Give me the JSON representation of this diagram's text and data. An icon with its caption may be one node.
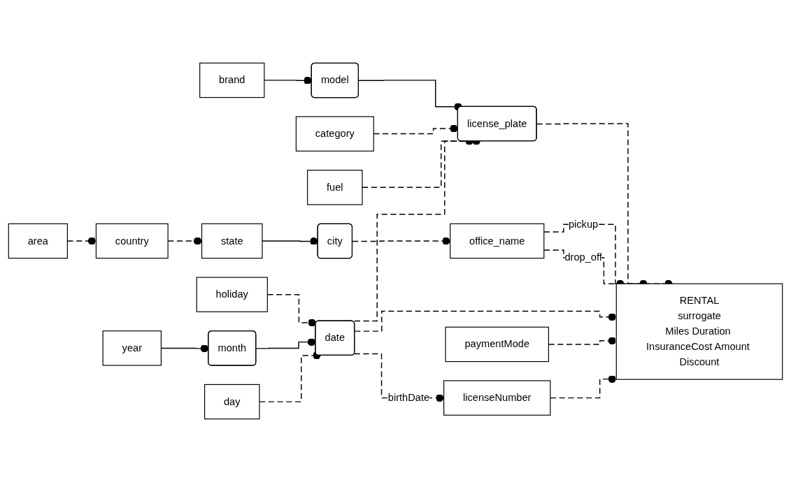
{
  "diagram": {
    "nodes": [
      {
        "text": [
          "area"
        ]
      },
      {
        "text": [
          "brand"
        ]
      },
      {
        "text": [
          "model"
        ]
      },
      {
        "text": [
          "license_plate"
        ]
      },
      {
        "text": [
          "country"
        ]
      },
      {
        "text": [
          "category"
        ]
      },
      {
        "text": [
          "fuel"
        ]
      },
      {
        "text": [
          "state"
        ]
      },
      {
        "text": [
          "RENTAL",
          "surrogate",
          "Miles Duration InsuranceCost Amount Discount"
        ]
      },
      {
        "text": [
          "holiday"
        ]
      },
      {
        "text": [
          "city"
        ]
      },
      {
        "text": [
          "office_name"
        ]
      },
      {
        "text": [
          "date"
        ]
      },
      {
        "text": [
          "month"
        ]
      },
      {
        "text": [
          "year"
        ]
      },
      {
        "text": [
          "day"
        ]
      },
      {
        "text": [
          "paymentMode"
        ]
      },
      {
        "text": [
          "licenseNumber"
        ]
      }
    ],
    "edges": [
      {
        "from": 0,
        "to": 4,
        "arrow": "other",
        "style": "dashed"
      },
      {
        "from": 4,
        "to": 7,
        "arrow": "other",
        "style": "dashed"
      },
      {
        "from": 7,
        "to": 10,
        "arrow": "other"
      },
      {
        "from": 10,
        "to": 11,
        "arrow": "other",
        "style": "dashed"
      },
      {
        "from": 1,
        "to": 2,
        "arrow": "other"
      },
      {
        "from": 2,
        "to": 3,
        "arrow": "other"
      },
      {
        "from": 5,
        "to": 3,
        "arrow": "other",
        "style": "dashed"
      },
      {
        "from": 6,
        "to": 3,
        "arrow": "other",
        "style": "dashed"
      },
      {
        "from": 3,
        "to": 8,
        "arrow": "other",
        "style": "dashed"
      },
      {
        "from": 12,
        "to": 3,
        "arrow": "other",
        "style": "dashed"
      },
      {
        "from": 11,
        "to": 8,
        "arrow": "other",
        "style": "dashed",
        "label": "pickup"
      },
      {
        "from": 11,
        "to": 8,
        "arrow": "other",
        "style": "dashed",
        "label": "drop_off"
      },
      {
        "from": 9,
        "to": 12,
        "arrow": "other",
        "style": "dashed"
      },
      {
        "from": 12,
        "to": 8,
        "arrow": "other",
        "style": "dashed"
      },
      {
        "from": 13,
        "to": 12,
        "arrow": "other"
      },
      {
        "from": 14,
        "to": 13,
        "arrow": "other"
      },
      {
        "from": 15,
        "to": 12,
        "arrow": "other",
        "style": "dashed"
      },
      {
        "from": 16,
        "to": 8,
        "arrow": "other",
        "style": "dashed"
      },
      {
        "from": 17,
        "to": 8,
        "arrow": "other",
        "style": "dashed"
      },
      {
        "from": 12,
        "to": 17,
        "arrow": "other",
        "style": "dashed",
        "label": "birthDate"
      }
    ]
  }
}
